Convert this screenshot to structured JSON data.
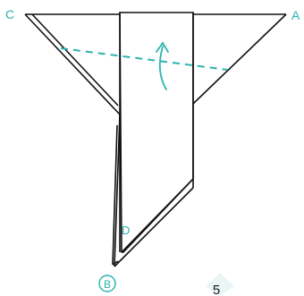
{
  "diagram": {
    "labels": {
      "corner_c": "C",
      "corner_a": "A",
      "point_b": "B",
      "point_d": "D"
    },
    "step": {
      "number": "5"
    },
    "colors": {
      "outline": "#111111",
      "accent": "#2ab3b1",
      "badge_fill": "#e9f6f5",
      "background": "#ffffff"
    },
    "icons": {
      "fold_line": "dashed-fold-line",
      "fold_direction": "curved-arrow-up"
    }
  }
}
